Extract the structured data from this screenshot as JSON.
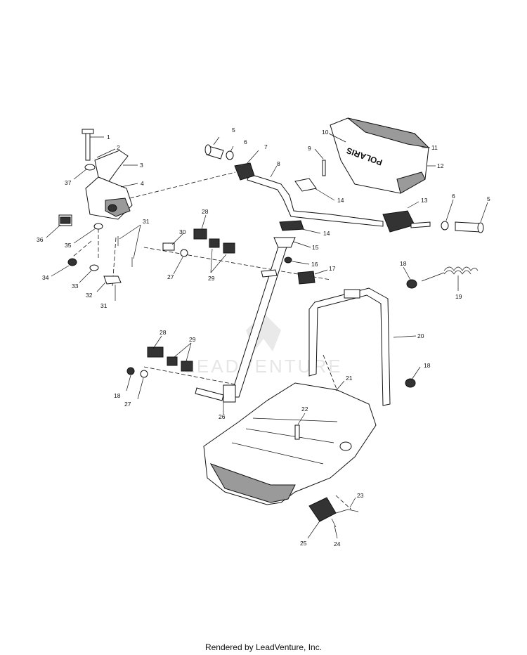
{
  "watermark": {
    "text": "LEADVENTURE"
  },
  "hood_logo": {
    "text": "POLARIS"
  },
  "callouts": [
    {
      "id": "c1",
      "label": "1"
    },
    {
      "id": "c2",
      "label": "2"
    },
    {
      "id": "c3",
      "label": "3"
    },
    {
      "id": "c37",
      "label": "37"
    },
    {
      "id": "c4",
      "label": "4"
    },
    {
      "id": "c36",
      "label": "36"
    },
    {
      "id": "c31a",
      "label": "31"
    },
    {
      "id": "c35",
      "label": "35"
    },
    {
      "id": "c34",
      "label": "34"
    },
    {
      "id": "c33",
      "label": "33"
    },
    {
      "id": "c32",
      "label": "32"
    },
    {
      "id": "c31b",
      "label": "31"
    },
    {
      "id": "c5a",
      "label": "5"
    },
    {
      "id": "c6a",
      "label": "6"
    },
    {
      "id": "c7",
      "label": "7"
    },
    {
      "id": "c8",
      "label": "8"
    },
    {
      "id": "c9",
      "label": "9"
    },
    {
      "id": "c10",
      "label": "10"
    },
    {
      "id": "c11",
      "label": "11"
    },
    {
      "id": "c12",
      "label": "12"
    },
    {
      "id": "c14a",
      "label": "14"
    },
    {
      "id": "c14b",
      "label": "14"
    },
    {
      "id": "c13",
      "label": "13"
    },
    {
      "id": "c6b",
      "label": "6"
    },
    {
      "id": "c5b",
      "label": "5"
    },
    {
      "id": "c28a",
      "label": "28"
    },
    {
      "id": "c30",
      "label": "30"
    },
    {
      "id": "c27a",
      "label": "27"
    },
    {
      "id": "c29a",
      "label": "29"
    },
    {
      "id": "c15",
      "label": "15"
    },
    {
      "id": "c16",
      "label": "16"
    },
    {
      "id": "c17",
      "label": "17"
    },
    {
      "id": "c18a",
      "label": "18"
    },
    {
      "id": "c19",
      "label": "19"
    },
    {
      "id": "c20",
      "label": "20"
    },
    {
      "id": "c28b",
      "label": "28"
    },
    {
      "id": "c29b",
      "label": "29"
    },
    {
      "id": "c18b",
      "label": "18"
    },
    {
      "id": "c27b",
      "label": "27"
    },
    {
      "id": "c21",
      "label": "21"
    },
    {
      "id": "c18c",
      "label": "18"
    },
    {
      "id": "c26",
      "label": "26"
    },
    {
      "id": "c22",
      "label": "22"
    },
    {
      "id": "c23",
      "label": "23"
    },
    {
      "id": "c25",
      "label": "25"
    },
    {
      "id": "c24",
      "label": "24"
    }
  ],
  "footer": {
    "text": "Rendered by LeadVenture, Inc."
  }
}
